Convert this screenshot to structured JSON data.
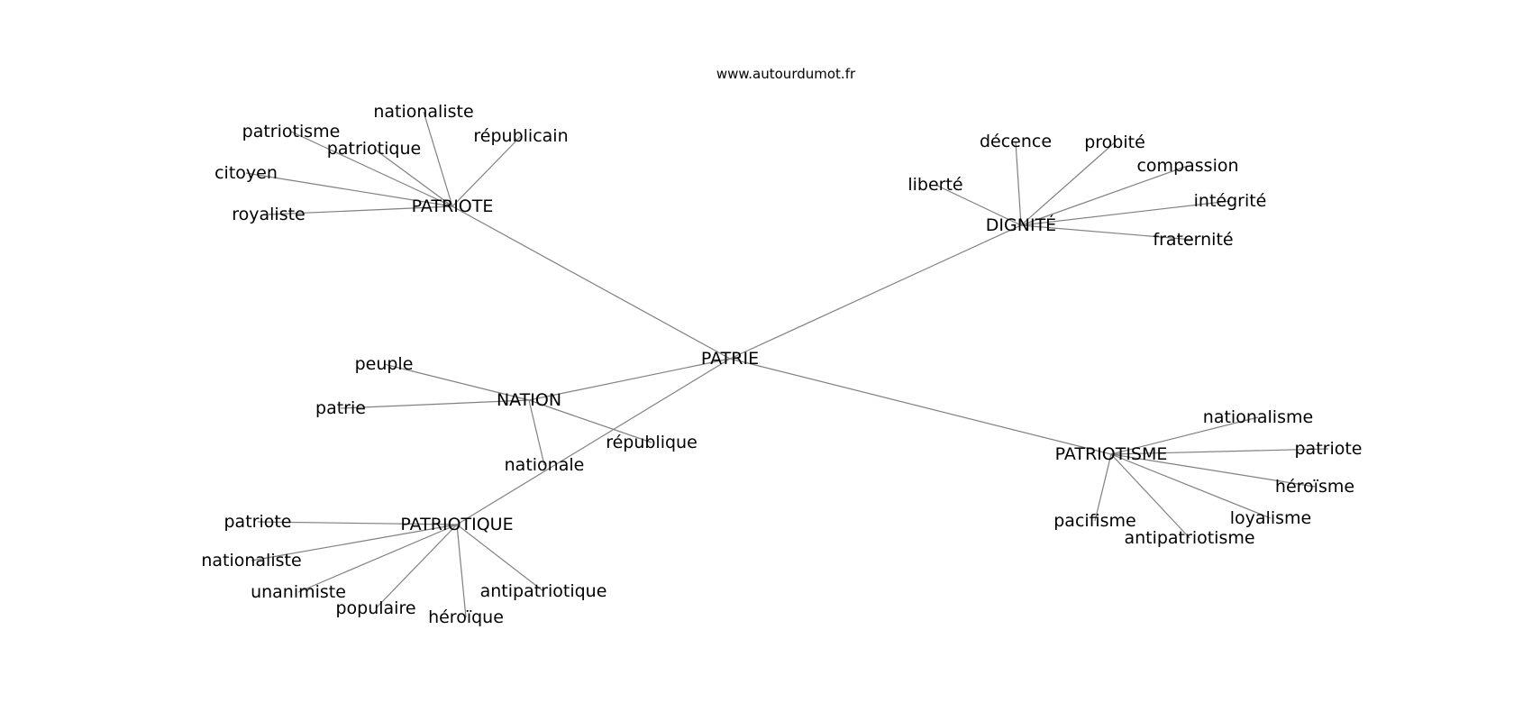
{
  "header": {
    "site": "www.autourdumot.fr"
  },
  "graph": {
    "edge_color": "#808080",
    "text_color": "#000000",
    "nodes": [
      {
        "id": "patrie_center",
        "label": "PATRIE"
      },
      {
        "id": "patriote_hub",
        "label": "PATRIOTE"
      },
      {
        "id": "dignite_hub",
        "label": "DIGNITÉ"
      },
      {
        "id": "nation_hub",
        "label": "NATION"
      },
      {
        "id": "patriotisme_hub",
        "label": "PATRIOTISME"
      },
      {
        "id": "patriotique_hub",
        "label": "PATRIOTIQUE"
      },
      {
        "id": "p_nationaliste",
        "label": "nationaliste"
      },
      {
        "id": "p_patriotisme",
        "label": "patriotisme"
      },
      {
        "id": "p_republicain",
        "label": "républicain"
      },
      {
        "id": "p_patriotique",
        "label": "patriotique"
      },
      {
        "id": "p_citoyen",
        "label": "citoyen"
      },
      {
        "id": "p_royaliste",
        "label": "royaliste"
      },
      {
        "id": "d_decence",
        "label": "décence"
      },
      {
        "id": "d_probite",
        "label": "probité"
      },
      {
        "id": "d_compassion",
        "label": "compassion"
      },
      {
        "id": "d_liberte",
        "label": "liberté"
      },
      {
        "id": "d_integrite",
        "label": "intégrité"
      },
      {
        "id": "d_fraternite",
        "label": "fraternité"
      },
      {
        "id": "n_peuple",
        "label": "peuple"
      },
      {
        "id": "n_patrie",
        "label": "patrie"
      },
      {
        "id": "n_republique",
        "label": "république"
      },
      {
        "id": "n_nationale",
        "label": "nationale"
      },
      {
        "id": "pm_nationalisme",
        "label": "nationalisme"
      },
      {
        "id": "pm_patriote",
        "label": "patriote"
      },
      {
        "id": "pm_heroisme",
        "label": "héroïsme"
      },
      {
        "id": "pm_loyalisme",
        "label": "loyalisme"
      },
      {
        "id": "pm_pacifisme",
        "label": "pacifisme"
      },
      {
        "id": "pm_antipatriotisme",
        "label": "antipatriotisme"
      },
      {
        "id": "pq_patriote",
        "label": "patriote"
      },
      {
        "id": "pq_nationaliste",
        "label": "nationaliste"
      },
      {
        "id": "pq_unanimiste",
        "label": "unanimiste"
      },
      {
        "id": "pq_populaire",
        "label": "populaire"
      },
      {
        "id": "pq_heroique",
        "label": "héroïque"
      },
      {
        "id": "pq_antipatriotique",
        "label": "antipatriotique"
      }
    ],
    "edges": [
      [
        "patrie_center",
        "patriote_hub"
      ],
      [
        "patrie_center",
        "dignite_hub"
      ],
      [
        "patrie_center",
        "nation_hub"
      ],
      [
        "patrie_center",
        "patriotisme_hub"
      ],
      [
        "patrie_center",
        "patriotique_hub"
      ],
      [
        "patriote_hub",
        "p_nationaliste"
      ],
      [
        "patriote_hub",
        "p_patriotisme"
      ],
      [
        "patriote_hub",
        "p_republicain"
      ],
      [
        "patriote_hub",
        "p_patriotique"
      ],
      [
        "patriote_hub",
        "p_citoyen"
      ],
      [
        "patriote_hub",
        "p_royaliste"
      ],
      [
        "dignite_hub",
        "d_decence"
      ],
      [
        "dignite_hub",
        "d_probite"
      ],
      [
        "dignite_hub",
        "d_compassion"
      ],
      [
        "dignite_hub",
        "d_liberte"
      ],
      [
        "dignite_hub",
        "d_integrite"
      ],
      [
        "dignite_hub",
        "d_fraternite"
      ],
      [
        "nation_hub",
        "n_peuple"
      ],
      [
        "nation_hub",
        "n_patrie"
      ],
      [
        "nation_hub",
        "n_republique"
      ],
      [
        "nation_hub",
        "n_nationale"
      ],
      [
        "patriotisme_hub",
        "pm_nationalisme"
      ],
      [
        "patriotisme_hub",
        "pm_patriote"
      ],
      [
        "patriotisme_hub",
        "pm_heroisme"
      ],
      [
        "patriotisme_hub",
        "pm_loyalisme"
      ],
      [
        "patriotisme_hub",
        "pm_pacifisme"
      ],
      [
        "patriotisme_hub",
        "pm_antipatriotisme"
      ],
      [
        "patriotique_hub",
        "pq_patriote"
      ],
      [
        "patriotique_hub",
        "pq_nationaliste"
      ],
      [
        "patriotique_hub",
        "pq_unanimiste"
      ],
      [
        "patriotique_hub",
        "pq_populaire"
      ],
      [
        "patriotique_hub",
        "pq_heroique"
      ],
      [
        "patriotique_hub",
        "pq_antipatriotique"
      ]
    ]
  }
}
